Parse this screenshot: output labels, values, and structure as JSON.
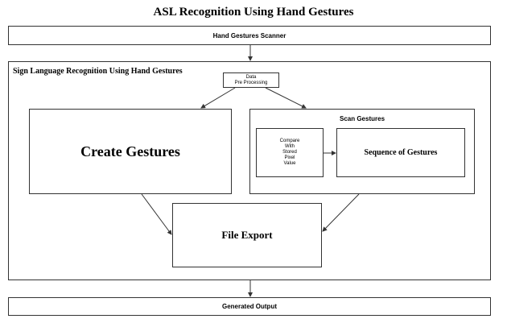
{
  "diagram": {
    "title": "ASL Recognition Using Hand Gestures",
    "scanner_label": "Hand Gestures Scanner",
    "main_section_label": "Sign Language Recognition Using Hand Gestures",
    "preprocess": {
      "line1": "Data",
      "line2": "Pre Processing"
    },
    "create_gestures": "Create Gestures",
    "scan_gestures": {
      "title": "Scan Gestures",
      "compare_lines": [
        "Compare",
        "With",
        "Stored",
        "Pixel",
        "Value"
      ],
      "sequence": "Sequence of Gestures"
    },
    "file_export": "File Export",
    "output_label": "Generated Output",
    "colors": {
      "stroke": "#333333",
      "text": "#000000",
      "background": "#ffffff"
    }
  }
}
